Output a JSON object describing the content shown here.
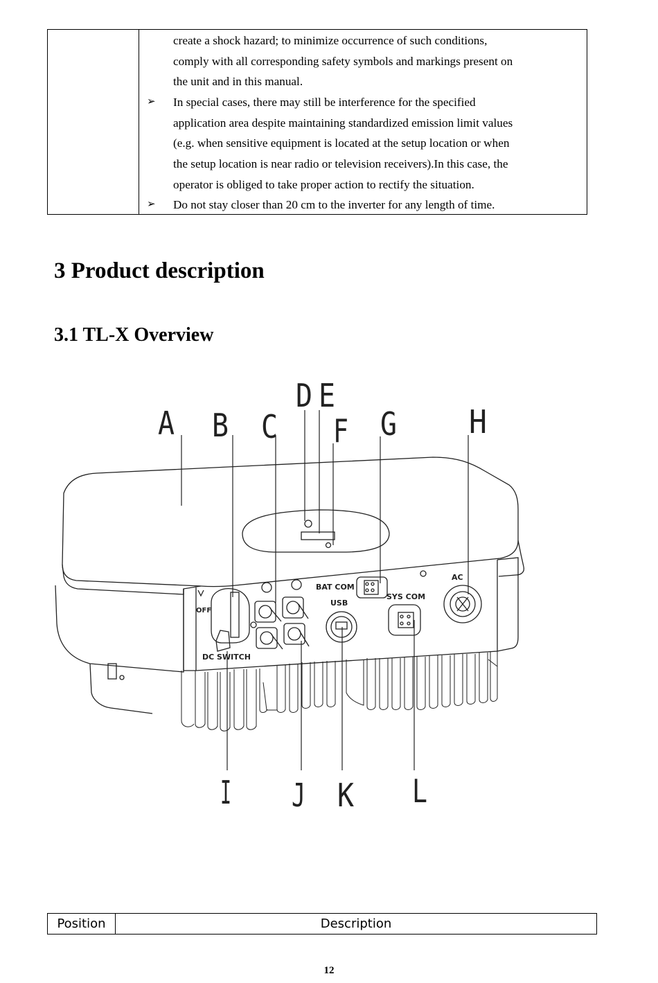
{
  "safety_table": {
    "paragraphs": [
      {
        "bullet": "",
        "lines": [
          "create a shock hazard; to minimize occurrence of such conditions,",
          "comply with all corresponding safety symbols and markings present on",
          "the unit and in this manual."
        ]
      },
      {
        "bullet": "➢",
        "lines": [
          "In special cases, there may still be interference for the specified",
          "application area despite maintaining standardized emission limit values",
          "(e.g. when sensitive equipment is located at the setup location or when",
          "the setup location is near radio or television receivers).In this case, the",
          "operator is obliged to take proper action to rectify the situation."
        ]
      },
      {
        "bullet": "➢",
        "lines": [
          "Do not stay closer than 20 cm to the inverter for any length of time."
        ]
      }
    ]
  },
  "section_title": "3 Product description",
  "subsection_title": "3.1 TL-X Overview",
  "figure": {
    "callouts_top": [
      "A",
      "B",
      "C",
      "D",
      "E",
      "F",
      "G",
      "H"
    ],
    "callouts_bottom": [
      "I",
      "J",
      "K",
      "L"
    ],
    "device_labels": {
      "bat_com": "BAT COM",
      "usb": "USB",
      "sys_com": "SYS COM",
      "ac": "AC",
      "dc_switch": "DC SWITCH",
      "off": "OFF"
    }
  },
  "position_table": {
    "headers": [
      "Position",
      "Description"
    ]
  },
  "page_number": "12"
}
